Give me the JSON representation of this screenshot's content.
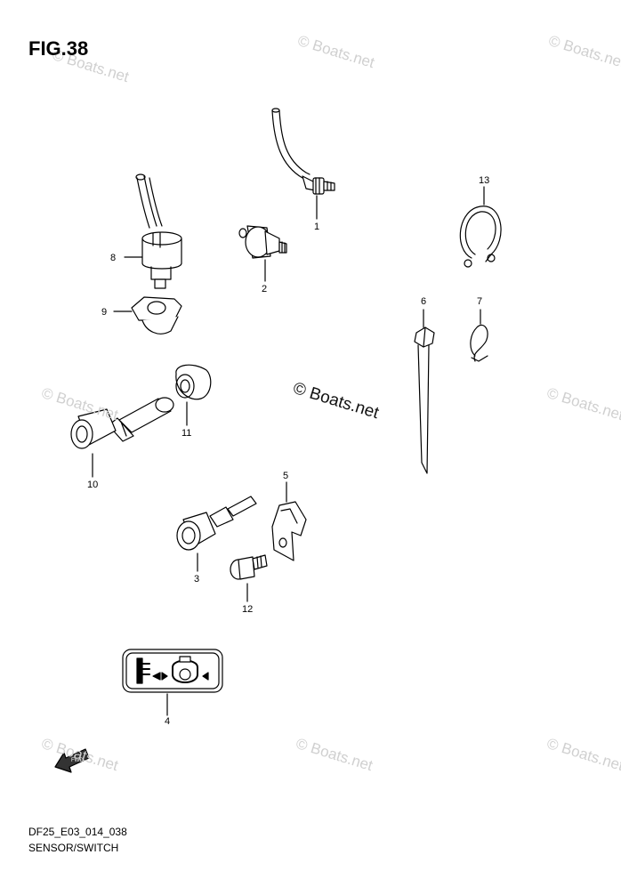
{
  "title": "FIG.38",
  "footer": {
    "code": "DF25_E03_014_038",
    "name": "SENSOR/SWITCH"
  },
  "watermark_center": "© Boats.net",
  "watermark_faint": "© Boats.net",
  "fwd_label": "FWD",
  "callouts": [
    "1",
    "2",
    "3",
    "4",
    "5",
    "6",
    "7",
    "8",
    "9",
    "10",
    "11",
    "12",
    "13"
  ],
  "colors": {
    "line": "#000000",
    "watermark": "#d0d0d0"
  }
}
